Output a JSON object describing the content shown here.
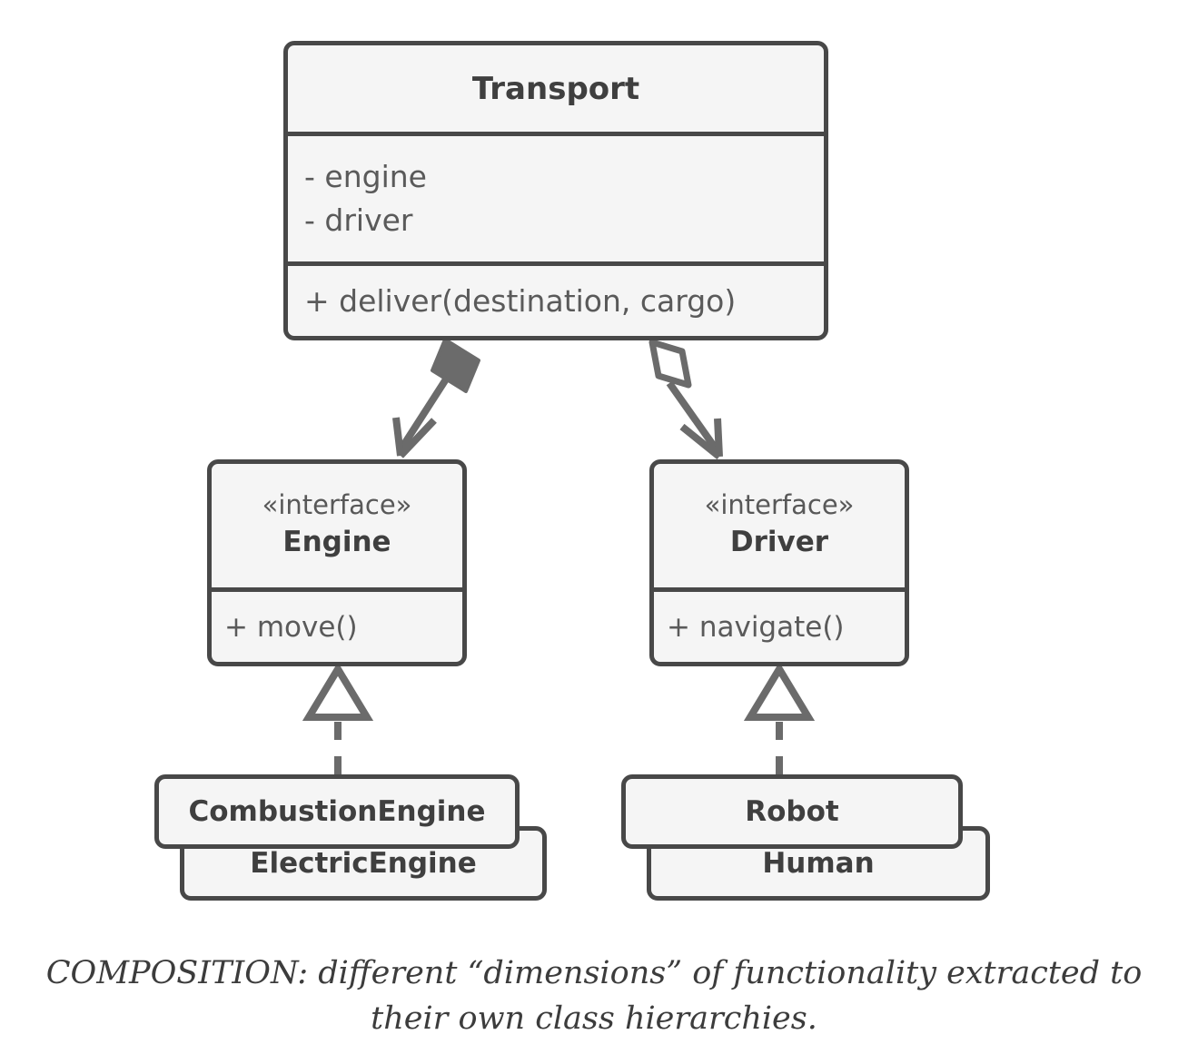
{
  "diagram": {
    "type": "uml-class-diagram",
    "title": "COMPOSITION pattern class diagram",
    "colors": {
      "stroke": "#484848",
      "fill": "#f5f5f5",
      "text": "#3f3f3f",
      "member_text": "#5a5a5a",
      "background": "#ffffff"
    },
    "nodes": {
      "transport": {
        "name": "Transport",
        "attributes": [
          "- engine",
          "- driver"
        ],
        "operations": [
          "+ deliver(destination, cargo)"
        ]
      },
      "engine_interface": {
        "stereotype": "«interface»",
        "name": "Engine",
        "operations": [
          "+ move()"
        ]
      },
      "driver_interface": {
        "stereotype": "«interface»",
        "name": "Driver",
        "operations": [
          "+ navigate()"
        ]
      },
      "combustion_engine": {
        "name": "CombustionEngine"
      },
      "electric_engine": {
        "name": "ElectricEngine"
      },
      "robot": {
        "name": "Robot"
      },
      "human": {
        "name": "Human"
      }
    },
    "edges": [
      {
        "id": "transport-engine",
        "kind": "composition",
        "decoration": "filled-diamond",
        "arrow": "open-arrow",
        "from": "Transport",
        "to": "Engine"
      },
      {
        "id": "transport-driver",
        "kind": "aggregation",
        "decoration": "hollow-diamond",
        "arrow": "open-arrow",
        "from": "Transport",
        "to": "Driver"
      },
      {
        "id": "combustion-engine-impl",
        "kind": "realization",
        "decoration": "hollow-triangle",
        "line": "dashed",
        "from": "CombustionEngine",
        "to": "Engine"
      },
      {
        "id": "robot-driver-impl",
        "kind": "realization",
        "decoration": "hollow-triangle",
        "line": "dashed",
        "from": "Robot",
        "to": "Driver"
      }
    ]
  },
  "caption": {
    "line1": "COMPOSITION: different “dimensions” of functionality extracted to their",
    "line2": "own class hierarchies."
  }
}
